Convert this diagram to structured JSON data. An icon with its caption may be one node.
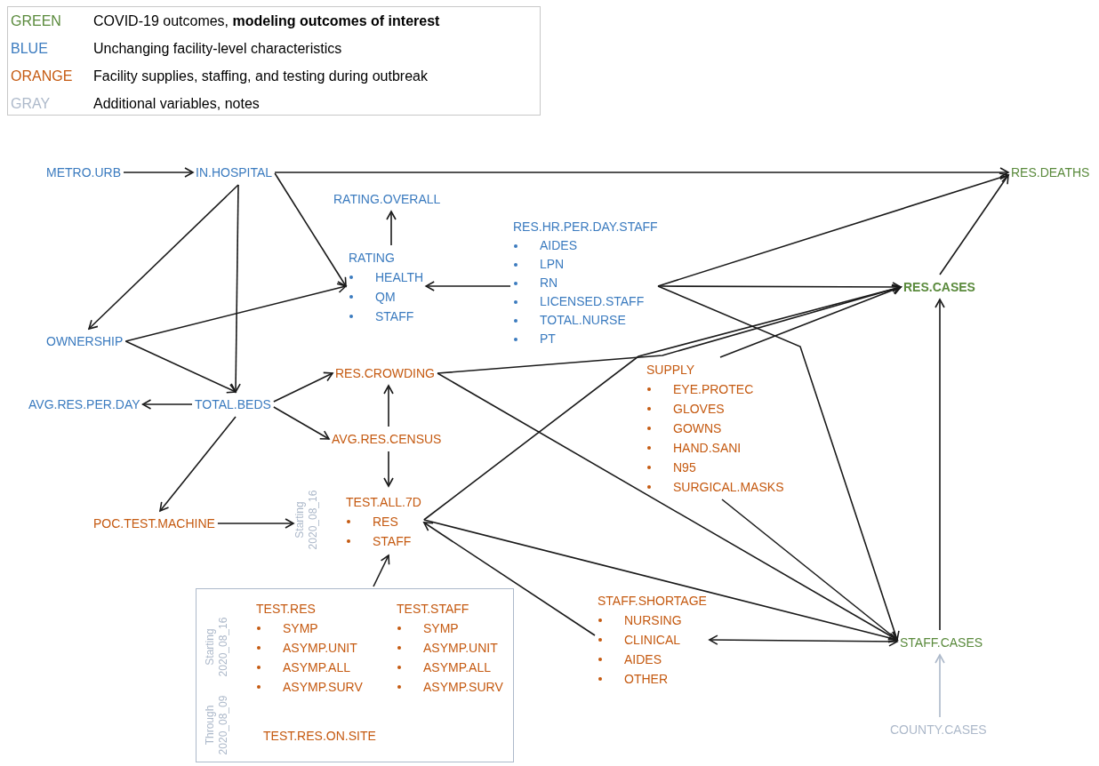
{
  "diagram": {
    "nodes": [
      {
        "text": [
          "METRO.URB"
        ]
      },
      {
        "text": [
          "IN.HOSPITAL"
        ]
      },
      {
        "text": [
          "RES.DEATHS"
        ]
      },
      {
        "text": [
          "RATING.OVERALL"
        ]
      },
      {
        "text": [
          "RATING",
          "HEALTH",
          "QM",
          "STAFF"
        ]
      },
      {
        "text": [
          "RES.HR.PER.DAY.STAFF",
          "AIDES",
          "LPN",
          "RN",
          "LICENSED.STAFF",
          "TOTAL.NURSE",
          "PT"
        ]
      },
      {
        "text": [
          "RES.CASES"
        ]
      },
      {
        "text": [
          "OWNERSHIP"
        ]
      },
      {
        "text": [
          "RES.CROWDING"
        ]
      },
      {
        "text": [
          "SUPPLY",
          "EYE.PROTEC",
          "GLOVES",
          "GOWNS",
          "HAND.SANI",
          "N95",
          "SURGICAL.MASKS"
        ]
      },
      {
        "text": [
          "AVG.RES.PER.DAY"
        ]
      },
      {
        "text": [
          "TOTAL.BEDS"
        ]
      },
      {
        "text": [
          "AVG.RES.CENSUS"
        ]
      },
      {
        "text": [
          "TEST.ALL.7D",
          "RES",
          "STAFF"
        ],
        "beside": [
          "Starting 2020_08_16"
        ]
      },
      {
        "text": [
          "POC.TEST.MACHINE"
        ]
      },
      {
        "text": [
          "Starting 2020_08_16",
          "Through 2020_08_09"
        ]
      },
      {
        "text": [
          "TEST.RES",
          "SYMP",
          "ASYMP.UNIT",
          "ASYMP.ALL",
          "ASYMP.SURV"
        ],
        "in": 15
      },
      {
        "text": [
          "TEST.STAFF",
          "SYMP",
          "ASYMP.UNIT",
          "ASYMP.ALL",
          "ASYMP.SURV"
        ],
        "in": 15
      },
      {
        "text": [
          "TEST.RES.ON.SITE"
        ],
        "in": 15
      },
      {
        "text": [
          "STAFF.SHORTAGE",
          "NURSING",
          "CLINICAL",
          "AIDES",
          "OTHER"
        ]
      },
      {
        "text": [
          "STAFF.CASES"
        ]
      },
      {
        "text": [
          "COUNTY.CASES"
        ]
      }
    ],
    "edges": [
      {
        "from": 0,
        "to": 1,
        "arrow": "to"
      },
      {
        "from": 1,
        "to": 2,
        "arrow": "to"
      },
      {
        "from": 1,
        "to": 4,
        "arrow": "to"
      },
      {
        "from": 1,
        "to": 7,
        "arrow": "to"
      },
      {
        "from": 1,
        "to": 11,
        "arrow": "to"
      },
      {
        "from": 4,
        "to": 3,
        "arrow": "to"
      },
      {
        "from": 5,
        "to": 4,
        "arrow": "to"
      },
      {
        "from": 7,
        "to": 4,
        "arrow": "to"
      },
      {
        "from": 7,
        "to": 11,
        "arrow": "to"
      },
      {
        "from": 5,
        "to": 2,
        "arrow": "to"
      },
      {
        "from": 5,
        "to": 6,
        "arrow": "to"
      },
      {
        "from": 5,
        "to": 20,
        "arrow": "to"
      },
      {
        "from": 8,
        "to": 6,
        "arrow": "to"
      },
      {
        "from": 8,
        "to": 20,
        "arrow": "to"
      },
      {
        "from": 9,
        "to": 6,
        "arrow": "to"
      },
      {
        "from": 9,
        "to": 20,
        "arrow": "to"
      },
      {
        "from": 13,
        "to": 6,
        "arrow": "to"
      },
      {
        "from": 13,
        "to": 20,
        "arrow": "to"
      },
      {
        "from": 19,
        "to": 13,
        "arrow": "to"
      },
      {
        "from": 19,
        "to": 20,
        "arrow": "both"
      },
      {
        "from": 20,
        "to": 6,
        "arrow": "to"
      },
      {
        "from": 6,
        "to": 2,
        "arrow": "to"
      },
      {
        "from": 21,
        "to": 20,
        "arrow": "to",
        "color": "#adb9ca"
      },
      {
        "from": 11,
        "to": 10,
        "arrow": "to"
      },
      {
        "from": 11,
        "to": 8,
        "arrow": "to"
      },
      {
        "from": 11,
        "to": 12,
        "arrow": "to"
      },
      {
        "from": 11,
        "to": 14,
        "arrow": "to"
      },
      {
        "from": 12,
        "to": 8,
        "arrow": "to"
      },
      {
        "from": 12,
        "to": 13,
        "arrow": "to"
      },
      {
        "from": 14,
        "to": 13,
        "arrow": "to"
      },
      {
        "from": 15,
        "to": 13,
        "arrow": "to"
      }
    ],
    "labels": [
      "GREEN",
      "BLUE",
      "ORANGE",
      "GRAY"
    ],
    "legend": [
      {
        "text": "COVID-19 outcomes, **modeling outcomes of interest**",
        "color": "#5a8a3c"
      },
      {
        "text": "Unchanging facility-level characteristics",
        "color": "#3b7bbf"
      },
      {
        "text": "Facility supplies, staffing, and testing during outbreak",
        "color": "#c55a11"
      },
      {
        "text": "Additional variables, notes",
        "color": "#adb9ca"
      }
    ]
  }
}
